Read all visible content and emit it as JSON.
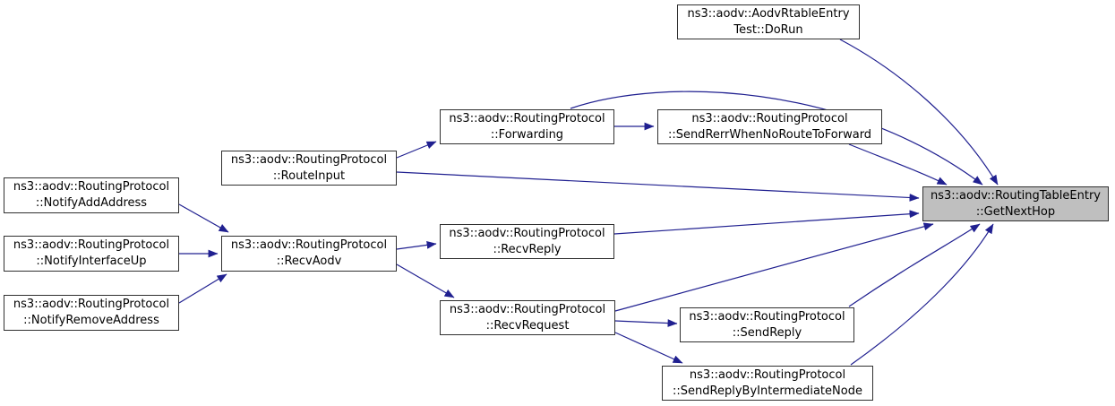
{
  "diagram": {
    "type": "call-graph",
    "colors": {
      "background": "#ffffff",
      "edge": "#202090",
      "node_border": "#303030",
      "node_fill": "#ffffff",
      "highlight_fill": "#bfbfbf",
      "text": "#000000"
    },
    "nodes": [
      {
        "id": "aodv-rtable-entry-test-do-run",
        "line1": "ns3::aodv::AodvRtableEntry",
        "line2": "Test::DoRun",
        "highlighted": false
      },
      {
        "id": "forwarding",
        "line1": "ns3::aodv::RoutingProtocol",
        "line2": "::Forwarding",
        "highlighted": false
      },
      {
        "id": "send-rerr-when-no-route-to-forward",
        "line1": "ns3::aodv::RoutingProtocol",
        "line2": "::SendRerrWhenNoRouteToForward",
        "highlighted": false
      },
      {
        "id": "route-input",
        "line1": "ns3::aodv::RoutingProtocol",
        "line2": "::RouteInput",
        "highlighted": false
      },
      {
        "id": "notify-add-address",
        "line1": "ns3::aodv::RoutingProtocol",
        "line2": "::NotifyAddAddress",
        "highlighted": false
      },
      {
        "id": "notify-interface-up",
        "line1": "ns3::aodv::RoutingProtocol",
        "line2": "::NotifyInterfaceUp",
        "highlighted": false
      },
      {
        "id": "recv-aodv",
        "line1": "ns3::aodv::RoutingProtocol",
        "line2": "::RecvAodv",
        "highlighted": false
      },
      {
        "id": "recv-reply",
        "line1": "ns3::aodv::RoutingProtocol",
        "line2": "::RecvReply",
        "highlighted": false
      },
      {
        "id": "notify-remove-address",
        "line1": "ns3::aodv::RoutingProtocol",
        "line2": "::NotifyRemoveAddress",
        "highlighted": false
      },
      {
        "id": "recv-request",
        "line1": "ns3::aodv::RoutingProtocol",
        "line2": "::RecvRequest",
        "highlighted": false
      },
      {
        "id": "send-reply",
        "line1": "ns3::aodv::RoutingProtocol",
        "line2": "::SendReply",
        "highlighted": false
      },
      {
        "id": "send-reply-by-intermediate-node",
        "line1": "ns3::aodv::RoutingProtocol",
        "line2": "::SendReplyByIntermediateNode",
        "highlighted": false
      },
      {
        "id": "get-next-hop",
        "line1": "ns3::aodv::RoutingTableEntry",
        "line2": "::GetNextHop",
        "highlighted": true
      }
    ],
    "edges": [
      {
        "from": "notify-add-address",
        "to": "recv-aodv"
      },
      {
        "from": "notify-interface-up",
        "to": "recv-aodv"
      },
      {
        "from": "notify-remove-address",
        "to": "recv-aodv"
      },
      {
        "from": "recv-aodv",
        "to": "recv-reply"
      },
      {
        "from": "recv-aodv",
        "to": "recv-request"
      },
      {
        "from": "route-input",
        "to": "forwarding"
      },
      {
        "from": "route-input",
        "to": "get-next-hop"
      },
      {
        "from": "forwarding",
        "to": "send-rerr-when-no-route-to-forward"
      },
      {
        "from": "forwarding",
        "to": "get-next-hop"
      },
      {
        "from": "send-rerr-when-no-route-to-forward",
        "to": "get-next-hop"
      },
      {
        "from": "aodv-rtable-entry-test-do-run",
        "to": "get-next-hop"
      },
      {
        "from": "recv-reply",
        "to": "get-next-hop"
      },
      {
        "from": "recv-request",
        "to": "get-next-hop"
      },
      {
        "from": "recv-request",
        "to": "send-reply"
      },
      {
        "from": "recv-request",
        "to": "send-reply-by-intermediate-node"
      },
      {
        "from": "send-reply",
        "to": "get-next-hop"
      },
      {
        "from": "send-reply-by-intermediate-node",
        "to": "get-next-hop"
      }
    ]
  }
}
